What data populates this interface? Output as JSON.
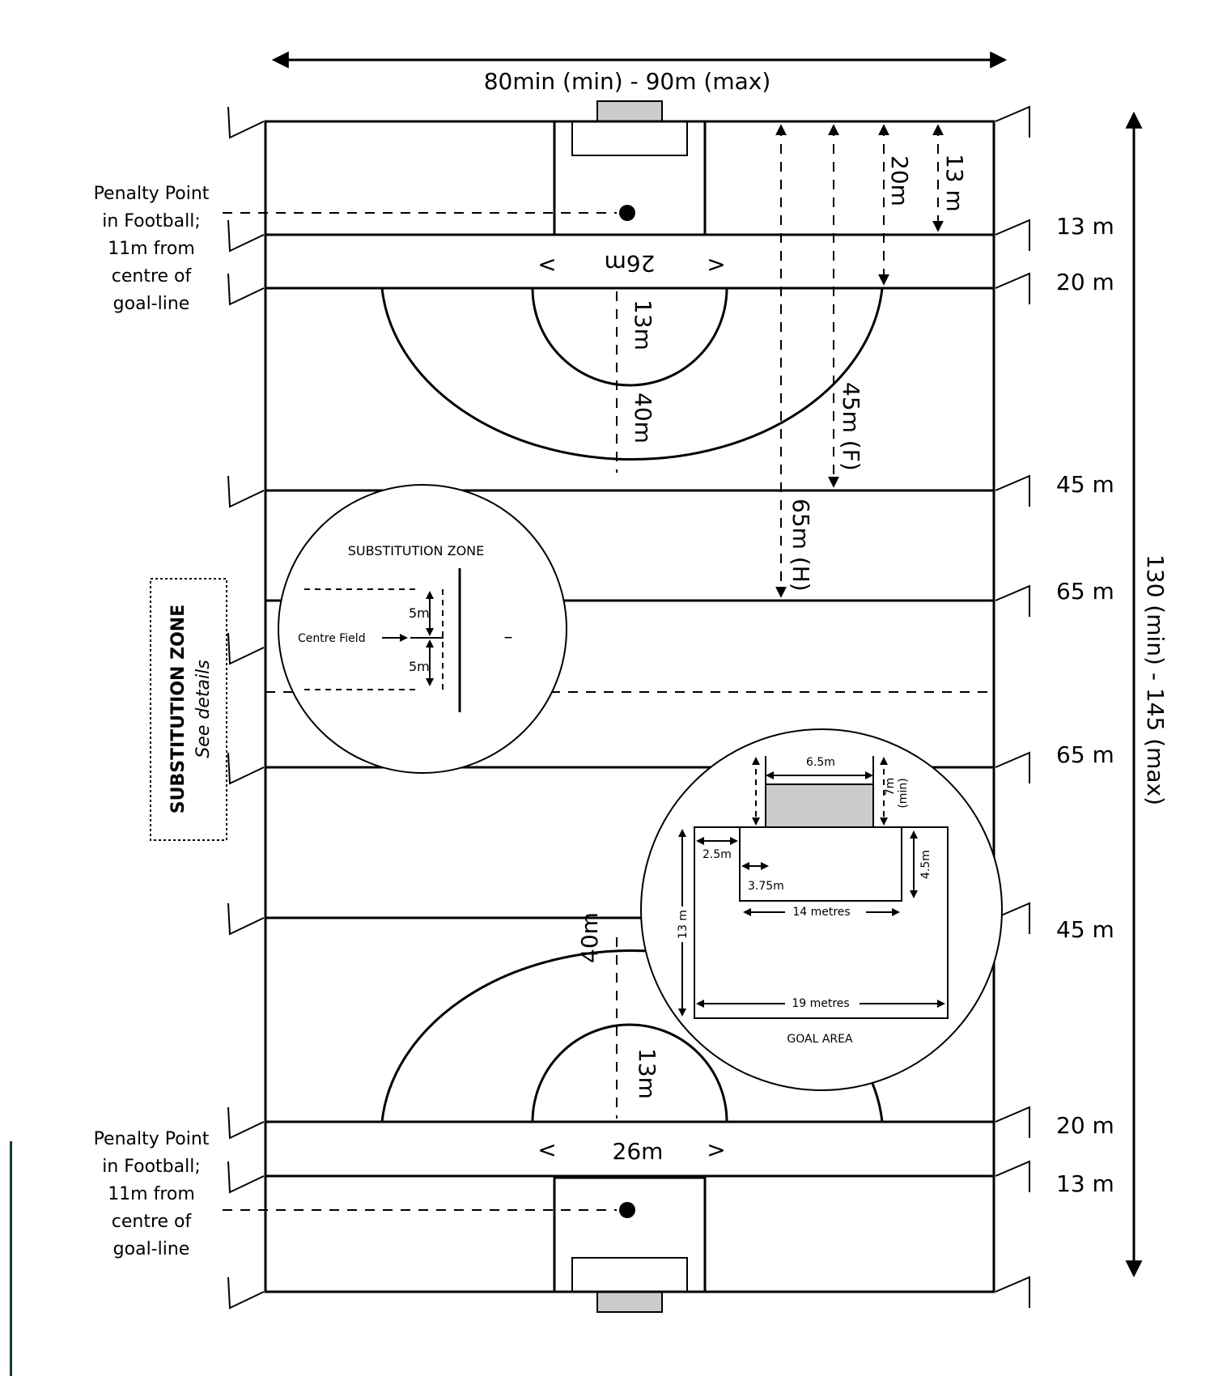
{
  "colors": {
    "line": "#000000",
    "goal_fill": "#cccccc",
    "field": "#ffffff",
    "edge_bar": "#123a34"
  },
  "icons": {
    "flag": "corner-flag-icon",
    "penalty_spot": "penalty-spot-icon"
  },
  "width_label": "80min (min) - 90m (max)",
  "length_label": "130 (min) - 145 (max)",
  "line_labels": {
    "l13_top": "13 m",
    "l20_top": "20 m",
    "l45_top": "45 m",
    "l65_top": "65 m",
    "l65_bot": "65 m",
    "l45_bot": "45 m",
    "l20_bot": "20 m",
    "l13_bot": "13 m"
  },
  "penalty_note": [
    "Penalty Point",
    "in Football;",
    "11m from",
    "centre of",
    "goal-line"
  ],
  "field_measures": {
    "m13": "13 m",
    "m20": "20m",
    "m45f": "45m (F)",
    "m65h": "65m (H)",
    "arc13": "13m",
    "arc40": "40m",
    "w26": "26m",
    "lt": "<",
    "gt": ">"
  },
  "sub_zone": {
    "box_title": "SUBSTITUTION ZONE",
    "box_sub": "See details",
    "title": "SUBSTITUTION ZONE",
    "centre": "Centre Field",
    "gap1": "5m",
    "gap2": "5m",
    "dash": "–"
  },
  "goal_area": {
    "title": "GOAL AREA",
    "width_goal": "6.5m",
    "depth_goal": "7m",
    "depth_min": "(min)",
    "side1": "2.5m",
    "side2": "3.75m",
    "inner_depth": "4.5m",
    "inner_width": "14 metres",
    "outer_depth": "13 m",
    "outer_width": "19 metres"
  }
}
